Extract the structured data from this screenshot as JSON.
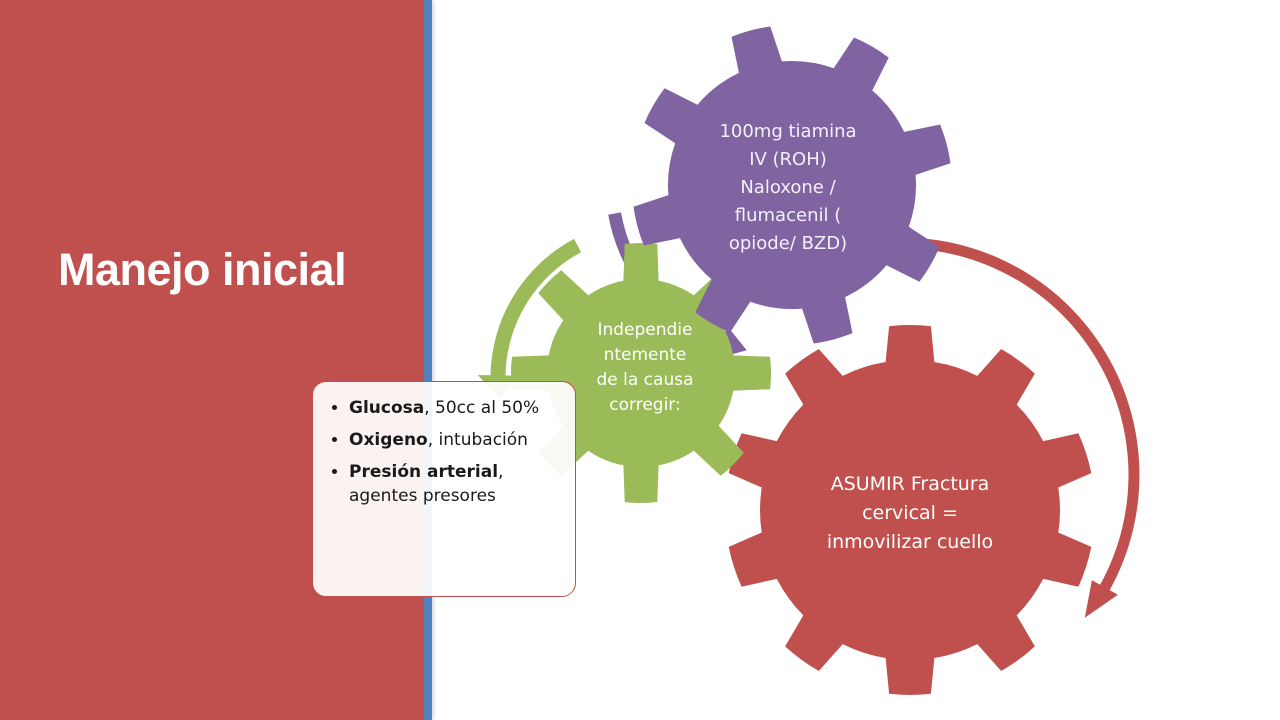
{
  "title": "Manejo inicial",
  "colors": {
    "panel": "#c0504d",
    "divider": "#4f81bd",
    "gear_red": "#c0504d",
    "gear_green": "#9bbb59",
    "gear_purple": "#8064a2"
  },
  "gears": {
    "red": {
      "lines": [
        "ASUMIR Fractura",
        "cervical =",
        "inmovilizar cuello"
      ]
    },
    "green": {
      "lines": [
        "Independie",
        "ntemente",
        "de la causa",
        "corregir:"
      ]
    },
    "purple": {
      "lines": [
        "100mg tiamina",
        "IV (ROH)",
        "Naloxone /",
        "flumacenil (",
        "opiode/ BZD)"
      ]
    }
  },
  "callout": {
    "items": [
      {
        "bold": "Glucosa",
        "rest": ", 50cc al 50%"
      },
      {
        "bold": "Oxigeno",
        "rest": ", intubación"
      },
      {
        "bold": "Presión arterial",
        "rest": ", agentes presores"
      }
    ]
  }
}
